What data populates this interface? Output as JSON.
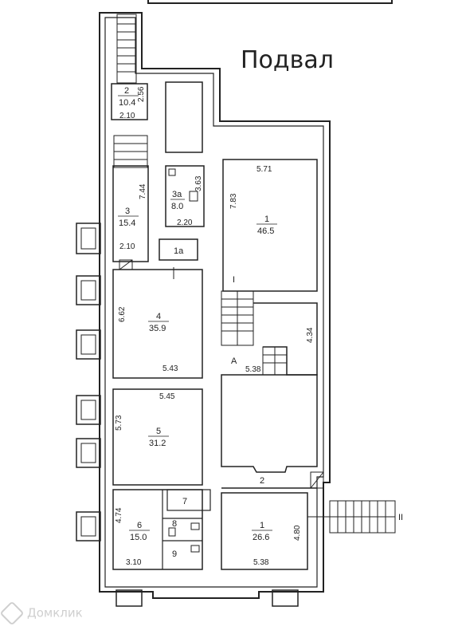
{
  "title": "Подвал",
  "watermark": "Домклик",
  "marks": {
    "stair_roman_1": "I",
    "stair_roman_2": "II",
    "axis_a": "A"
  },
  "rooms": [
    {
      "id": "r2",
      "num": "2",
      "area": "10.4",
      "dims": [
        "2.56",
        "2.10"
      ]
    },
    {
      "id": "r3a",
      "num": "3а",
      "area": "8.0",
      "dims": [
        "3.63",
        "2.20"
      ]
    },
    {
      "id": "r3",
      "num": "3",
      "area": "15.4",
      "dims": [
        "7.44",
        "2.10"
      ]
    },
    {
      "id": "r1a",
      "num": "1а",
      "area": "",
      "dims": []
    },
    {
      "id": "r1",
      "num": "1",
      "area": "46.5",
      "dims": [
        "5.71",
        "7.83"
      ]
    },
    {
      "id": "r4",
      "num": "4",
      "area": "35.9",
      "dims": [
        "6.62",
        "5.43"
      ]
    },
    {
      "id": "r5",
      "num": "5",
      "area": "31.2",
      "dims": [
        "5.45",
        "5.73"
      ]
    },
    {
      "id": "r6",
      "num": "6",
      "area": "15.0",
      "dims": [
        "4.74",
        "3.10"
      ]
    },
    {
      "id": "r7",
      "num": "7",
      "area": "",
      "dims": []
    },
    {
      "id": "r8",
      "num": "8",
      "area": "",
      "dims": []
    },
    {
      "id": "r9",
      "num": "9",
      "area": "",
      "dims": []
    },
    {
      "id": "r1b",
      "num": "1",
      "area": "26.6",
      "dims": [
        "4.80",
        "5.38"
      ]
    },
    {
      "id": "rA",
      "num": "",
      "area": "",
      "dims": [
        "4.34",
        "5.38"
      ]
    },
    {
      "id": "r2b",
      "num": "2",
      "area": "",
      "dims": []
    }
  ]
}
